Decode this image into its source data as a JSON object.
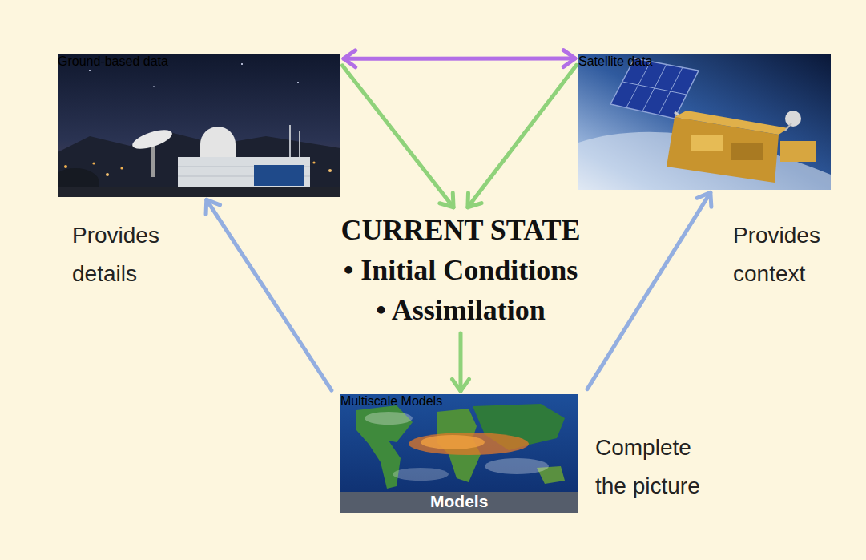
{
  "diagram": {
    "nodes": [
      {
        "text": [
          "Ground-based data"
        ]
      },
      {
        "text": [
          "Satellite data"
        ]
      },
      {
        "text": [
          "CURRENT STATE",
          "• Initial Conditions",
          "• Assimilation"
        ]
      },
      {
        "text": [
          "Models",
          "Multiscale Models"
        ]
      }
    ],
    "edges": [
      {
        "from": 0,
        "to": 1,
        "arrow": "both"
      },
      {
        "from": 0,
        "to": 2,
        "arrow": "to"
      },
      {
        "from": 1,
        "to": 2,
        "arrow": "to"
      },
      {
        "from": 2,
        "to": 3,
        "arrow": "to"
      },
      {
        "from": 3,
        "to": 0,
        "arrow": "to"
      },
      {
        "from": 3,
        "to": 1,
        "arrow": "to"
      }
    ],
    "labels": [
      "Provides details",
      "Provides context",
      "Complete the picture"
    ]
  }
}
